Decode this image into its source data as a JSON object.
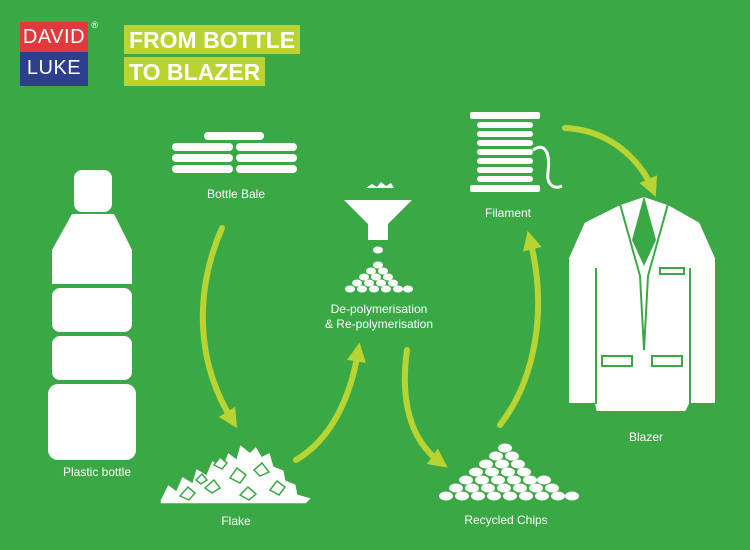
{
  "logo": {
    "line1": "DAVID",
    "line2": "LUKE",
    "reg": "®"
  },
  "title": {
    "line1": "FROM BOTTLE",
    "line2": "TO BLAZER"
  },
  "stages": {
    "bottle": "Plastic bottle",
    "bale": "Bottle Bale",
    "flake": "Flake",
    "depoly_line1": "De-polymerisation",
    "depoly_line2": "& Re-polymerisation",
    "chips": "Recycled Chips",
    "filament": "Filament",
    "blazer": "Blazer"
  },
  "colors": {
    "background": "#3aa845",
    "accent": "#b8d433",
    "logo_red": "#e23a3c",
    "logo_blue": "#2d3e8c"
  },
  "icons": [
    "plastic-bottle-icon",
    "bottle-bale-icon",
    "flake-pile-icon",
    "funnel-icon",
    "chips-pile-icon",
    "filament-spool-icon",
    "blazer-icon"
  ]
}
